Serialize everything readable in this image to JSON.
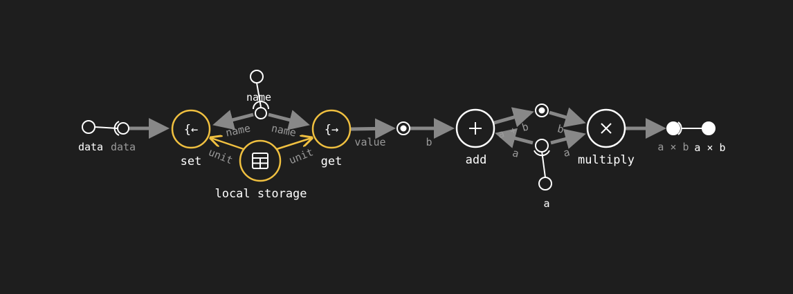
{
  "nodes": {
    "set": {
      "label": "set",
      "glyph": "{←"
    },
    "get": {
      "label": "get",
      "glyph": "{→"
    },
    "local_storage": {
      "label": "local storage"
    },
    "add": {
      "label": "add",
      "glyph": "+"
    },
    "multiply": {
      "label": "multiply",
      "glyph": "×"
    }
  },
  "ports": {
    "data_in": "data",
    "name_in": "name",
    "a_in": "a",
    "result_out": "a × b"
  },
  "edge_labels": {
    "data": "data",
    "name_set": "name",
    "name_get": "name",
    "unit_set": "unit",
    "unit_get": "unit",
    "value": "value",
    "b_add": "b",
    "a_plus_b": "a + b",
    "b_mul": "b",
    "a_add": "a",
    "a_mul": "a",
    "a_times_b": "a × b"
  },
  "colors": {
    "background": "#1e1e1e",
    "accent": "#f0c040",
    "edge": "#888888",
    "node": "#ffffff"
  }
}
